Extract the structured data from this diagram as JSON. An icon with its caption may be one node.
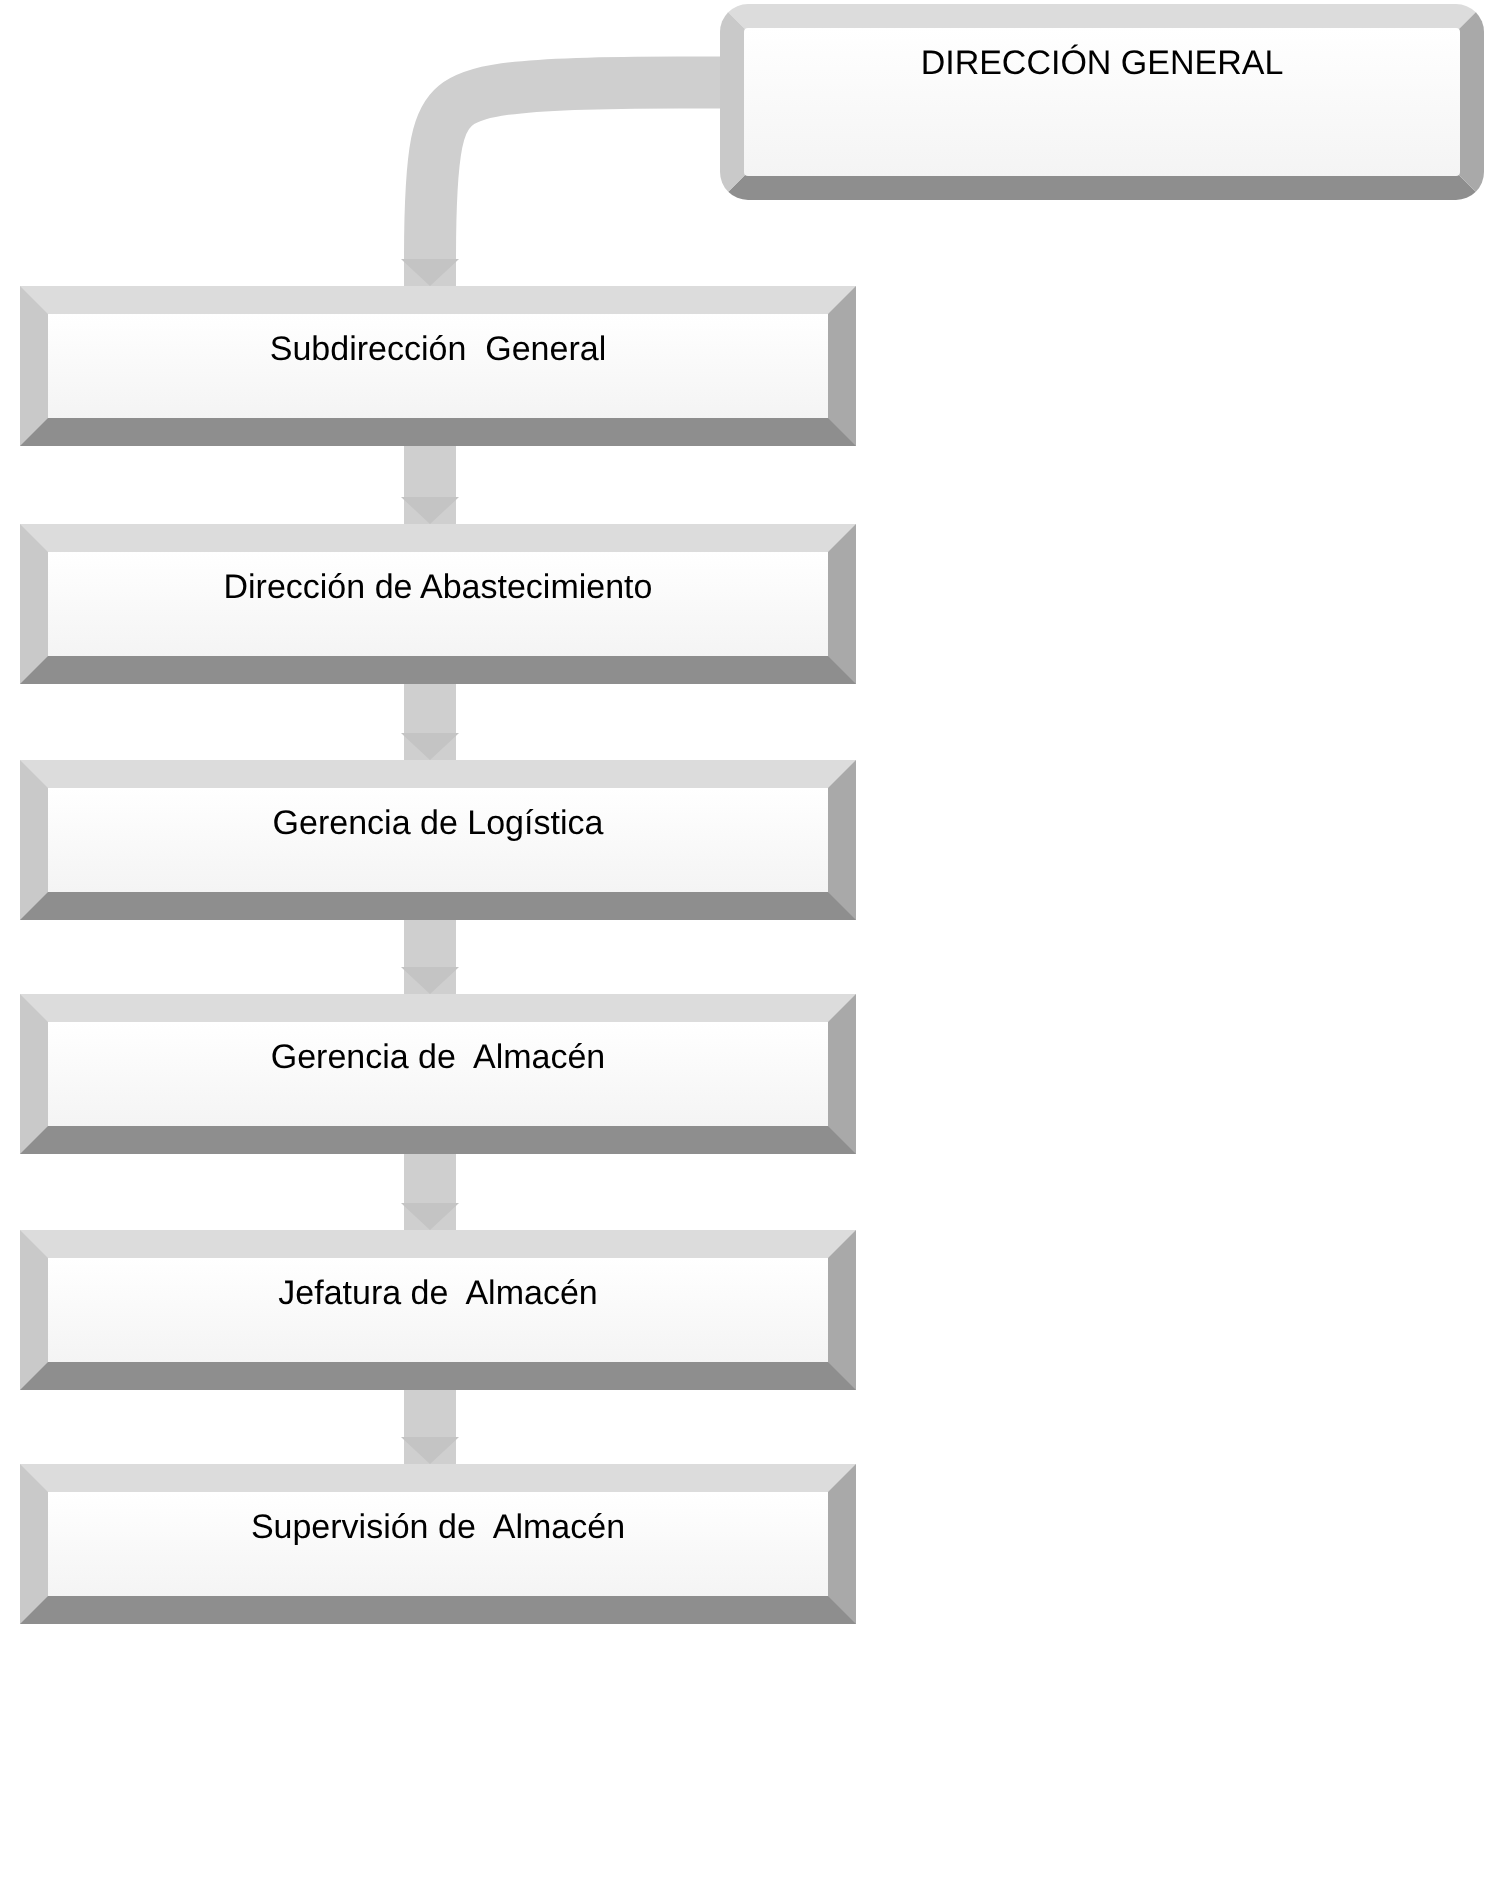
{
  "diagram": {
    "nodes": [
      {
        "text": [
          "DIRECCIÓN GENERAL"
        ]
      },
      {
        "text": [
          "Subdirección  General"
        ]
      },
      {
        "text": [
          "Dirección de Abastecimiento"
        ]
      },
      {
        "text": [
          "Gerencia de Logística"
        ]
      },
      {
        "text": [
          "Gerencia de  Almacén"
        ]
      },
      {
        "text": [
          "Jefatura de  Almacén"
        ]
      },
      {
        "text": [
          "Supervisión de  Almacén"
        ]
      }
    ],
    "edges": [
      {
        "from": 0,
        "to": 1,
        "arrow": "to"
      },
      {
        "from": 1,
        "to": 2,
        "arrow": "to"
      },
      {
        "from": 2,
        "to": 3,
        "arrow": "to"
      },
      {
        "from": 3,
        "to": 4,
        "arrow": "to"
      },
      {
        "from": 4,
        "to": 5,
        "arrow": "to"
      },
      {
        "from": 5,
        "to": 6,
        "arrow": "to"
      }
    ]
  }
}
